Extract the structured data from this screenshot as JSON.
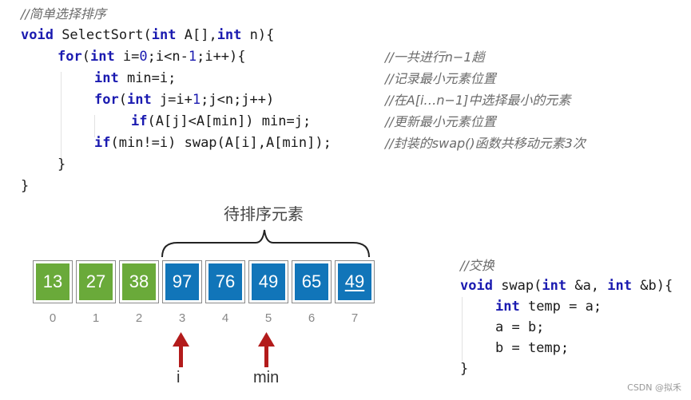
{
  "code": {
    "header_comment": "//简单选择排序",
    "lines": [
      {
        "indent": 0,
        "tokens": [
          {
            "t": "void",
            "k": "kw"
          },
          {
            "t": " SelectSort("
          },
          {
            "t": "int",
            "k": "kw"
          },
          {
            "t": " A[],"
          },
          {
            "t": "int",
            "k": "kw"
          },
          {
            "t": " n){"
          }
        ]
      },
      {
        "indent": 1,
        "tokens": [
          {
            "t": "for",
            "k": "kw"
          },
          {
            "t": "("
          },
          {
            "t": "int",
            "k": "kw"
          },
          {
            "t": " i="
          },
          {
            "t": "0",
            "k": "num"
          },
          {
            "t": ";i<n-"
          },
          {
            "t": "1",
            "k": "num"
          },
          {
            "t": ";i++){"
          }
        ]
      },
      {
        "indent": 2,
        "tokens": [
          {
            "t": "int",
            "k": "kw"
          },
          {
            "t": " min=i;"
          }
        ]
      },
      {
        "indent": 2,
        "tokens": [
          {
            "t": "for",
            "k": "kw"
          },
          {
            "t": "("
          },
          {
            "t": "int",
            "k": "kw"
          },
          {
            "t": " j=i+"
          },
          {
            "t": "1",
            "k": "num"
          },
          {
            "t": ";j<n;j++)"
          }
        ]
      },
      {
        "indent": 3,
        "tokens": [
          {
            "t": "if",
            "k": "kw"
          },
          {
            "t": "(A[j]<A[min]) min=j;"
          }
        ]
      },
      {
        "indent": 2,
        "tokens": [
          {
            "t": "if",
            "k": "kw"
          },
          {
            "t": "(min!=i) swap(A[i],A[min]);"
          }
        ]
      },
      {
        "indent": 1,
        "tokens": [
          {
            "t": "}"
          }
        ]
      },
      {
        "indent": 0,
        "tokens": [
          {
            "t": "}"
          }
        ]
      }
    ],
    "comments": [
      "//一共进行n−1趟",
      "//记录最小元素位置",
      "//在A[i…n−1]中选择最小的元素",
      "//更新最小元素位置",
      "//封装的swap()函数共移动元素3次"
    ]
  },
  "brace_label": "待排序元素",
  "array": {
    "values": [
      "13",
      "27",
      "38",
      "97",
      "76",
      "49",
      "65",
      "49"
    ],
    "indices": [
      "0",
      "1",
      "2",
      "3",
      "4",
      "5",
      "6",
      "7"
    ],
    "sorted_count": 3,
    "underlined_index": 7,
    "colors": {
      "sorted": "#6aaa3a",
      "unsorted": "#1175b9",
      "arrow": "#b31b1b"
    }
  },
  "pointers": {
    "i": {
      "label": "i",
      "at": 3
    },
    "min": {
      "label": "min",
      "at": 5
    }
  },
  "swap_code": {
    "comment": "//交换",
    "lines": [
      {
        "indent": 0,
        "tokens": [
          {
            "t": "void",
            "k": "kw"
          },
          {
            "t": " swap("
          },
          {
            "t": "int",
            "k": "kw"
          },
          {
            "t": " &a, "
          },
          {
            "t": "int",
            "k": "kw"
          },
          {
            "t": " &b){"
          }
        ]
      },
      {
        "indent": 1,
        "tokens": [
          {
            "t": "int",
            "k": "kw"
          },
          {
            "t": " temp = a;"
          }
        ]
      },
      {
        "indent": 1,
        "tokens": [
          {
            "t": "a = b;"
          }
        ]
      },
      {
        "indent": 1,
        "tokens": [
          {
            "t": "b = temp;"
          }
        ]
      },
      {
        "indent": 0,
        "tokens": [
          {
            "t": "}"
          }
        ]
      }
    ]
  },
  "watermark": "CSDN @拟禾"
}
